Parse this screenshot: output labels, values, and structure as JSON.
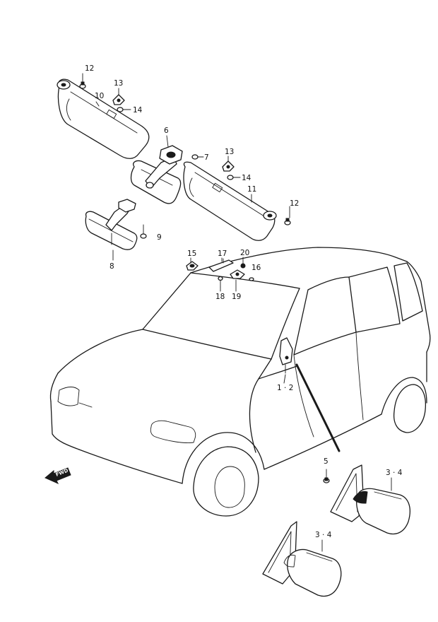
{
  "callouts": {
    "c12a": "12",
    "c13a": "13",
    "c10": "10",
    "c14a": "14",
    "c6": "6",
    "c7": "7",
    "c13b": "13",
    "c14b": "14",
    "c11": "11",
    "c12b": "12",
    "c9": "9",
    "c8": "8",
    "c15": "15",
    "c17": "17",
    "c20": "20",
    "c16": "16",
    "c18": "18",
    "c19": "19",
    "c12sub": "1 · 2",
    "c5": "5",
    "c34a": "3 · 4",
    "c34b": "3 · 4"
  },
  "front_arrow": "FWD"
}
